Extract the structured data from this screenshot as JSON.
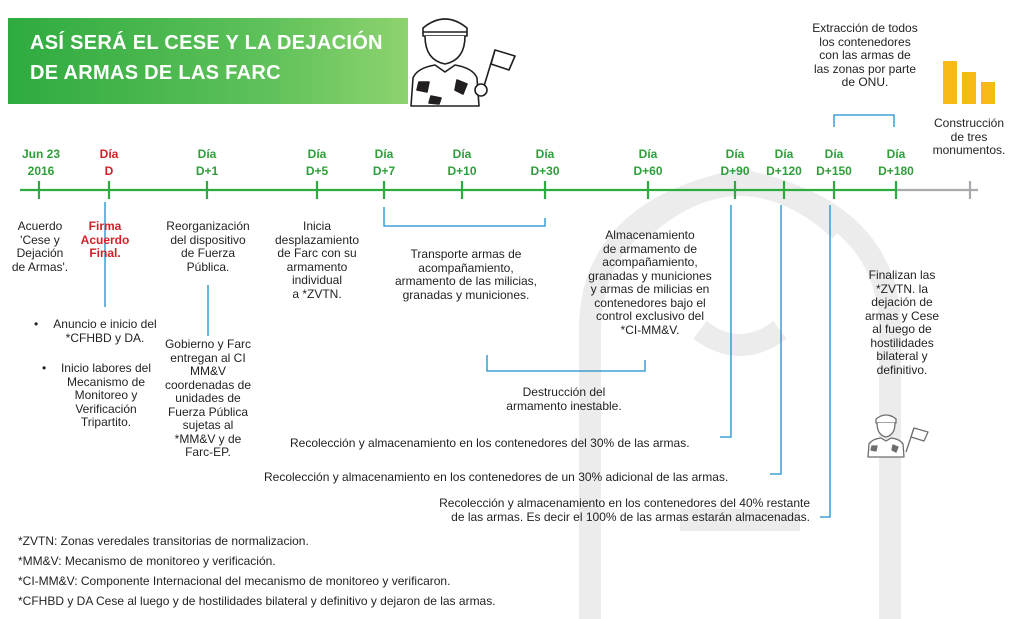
{
  "title": {
    "line1": "ASÍ SERÁ EL CESE Y LA DEJACIÓN",
    "line2": "DE ARMAS DE LAS FARC"
  },
  "colors": {
    "green": "#2eab3f",
    "red": "#d21f27",
    "blue": "#1b8fc9",
    "yellow": "#f6b915",
    "gray": "#a7a9ac"
  },
  "icons": [
    "soldier-with-flag-icon",
    "small-soldier-with-flag-icon",
    "monuments-bar-icon",
    "watermark-figure-icon"
  ],
  "timeline": {
    "ticks": [
      {
        "line1": "Jun 23",
        "line2": "2016",
        "color": "green"
      },
      {
        "line1": "Día",
        "line2": "D",
        "color": "red"
      },
      {
        "line1": "Día",
        "line2": "D+1",
        "color": "green"
      },
      {
        "line1": "Día",
        "line2": "D+5",
        "color": "green"
      },
      {
        "line1": "Día",
        "line2": "D+7",
        "color": "green"
      },
      {
        "line1": "Día",
        "line2": "D+10",
        "color": "green"
      },
      {
        "line1": "Día",
        "line2": "D+30",
        "color": "green"
      },
      {
        "line1": "Día",
        "line2": "D+60",
        "color": "green"
      },
      {
        "line1": "Día",
        "line2": "D+90",
        "color": "green"
      },
      {
        "line1": "Día",
        "line2": "D+120",
        "color": "green"
      },
      {
        "line1": "Día",
        "line2": "D+150",
        "color": "green"
      },
      {
        "line1": "Día",
        "line2": "D+180",
        "color": "green"
      }
    ]
  },
  "events": {
    "acuerdo": [
      "Acuerdo",
      "'Cese y",
      "Dejación",
      "de Armas'."
    ],
    "firma": [
      "Firma",
      "Acuerdo",
      "Final."
    ],
    "anuncio": [
      "Anuncio e inicio del",
      "*CFHBD y DA."
    ],
    "inicio_labores": [
      "Inicio labores del",
      "Mecanismo de",
      "Monitoreo y",
      "Verificación",
      "Tripartito."
    ],
    "reorganizacion": [
      "Reorganización",
      "del dispositivo",
      "de Fuerza",
      "Pública."
    ],
    "gobierno_farc": [
      "Gobierno y Farc",
      "entregan al CI",
      "MM&V",
      "coordenadas de",
      "unidades de",
      "Fuerza Pública",
      "sujetas al",
      "*MM&V y de",
      "Farc-EP."
    ],
    "desplazamiento": [
      "Inicia",
      "desplazamiento",
      "de Farc con su",
      "armamento",
      "individual",
      "a *ZVTN."
    ],
    "transporte": [
      "Transporte armas de",
      "acompañamiento,",
      "armamento de las milicias,",
      "granadas y municiones."
    ],
    "almacenamiento": [
      "Almacenamiento",
      "de armamento de",
      "acompañamiento,",
      "granadas y municiones",
      "y armas de milicias en",
      "contenedores bajo el",
      "control exclusivo del",
      "*CI-MM&V."
    ],
    "destruccion": [
      "Destrucción del",
      "armamento inestable."
    ],
    "recoleccion_30": "Recolección y almacenamiento en los contenedores del 30% de las armas.",
    "recoleccion_30_adicional": "Recolección y almacenamiento en los contenedores de un 30% adicional de las armas.",
    "recoleccion_40": [
      "Recolección y almacenamiento en los contenedores del 40% restante",
      "de las armas. Es decir el 100% de las armas estarán almacenadas."
    ],
    "extraccion": [
      "Extracción de todos",
      "los contenedores",
      "con las armas de",
      "las zonas por parte",
      "de ONU."
    ],
    "monumentos": [
      "Construcción",
      "de tres",
      "monumentos."
    ],
    "finalizan": [
      "Finalizan las",
      "*ZVTN. la",
      "dejación de",
      "armas y Cese",
      "al fuego de",
      "hostilidades",
      "bilateral y",
      "definitivo."
    ]
  },
  "footnotes": [
    "*ZVTN: Zonas veredales transitorias de normalizacion.",
    "*MM&V: Mecanismo de monitoreo y verificación.",
    "*CI-MM&V: Componente Internacional del mecanismo de monitoreo y verificaron.",
    "*CFHBD y DA Cese al luego y de hostilidades bilateral y definitivo y dejaron de las armas."
  ]
}
